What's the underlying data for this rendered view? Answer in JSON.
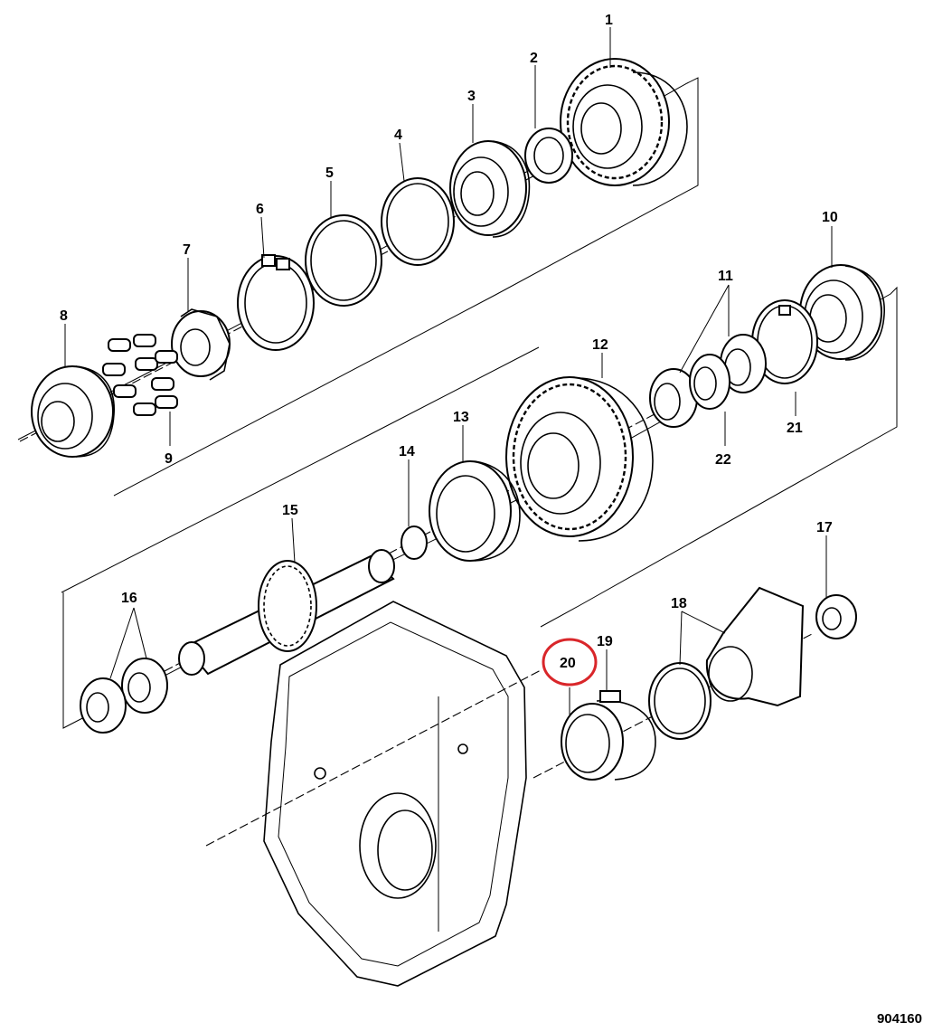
{
  "diagram": {
    "drawing_number": "904160",
    "highlight_color": "#d9262a",
    "highlighted_callout": "20",
    "callouts": [
      "1",
      "2",
      "3",
      "4",
      "5",
      "6",
      "7",
      "8",
      "9",
      "10",
      "11",
      "12",
      "13",
      "14",
      "15",
      "16",
      "17",
      "18",
      "19",
      "20",
      "21",
      "22"
    ]
  }
}
